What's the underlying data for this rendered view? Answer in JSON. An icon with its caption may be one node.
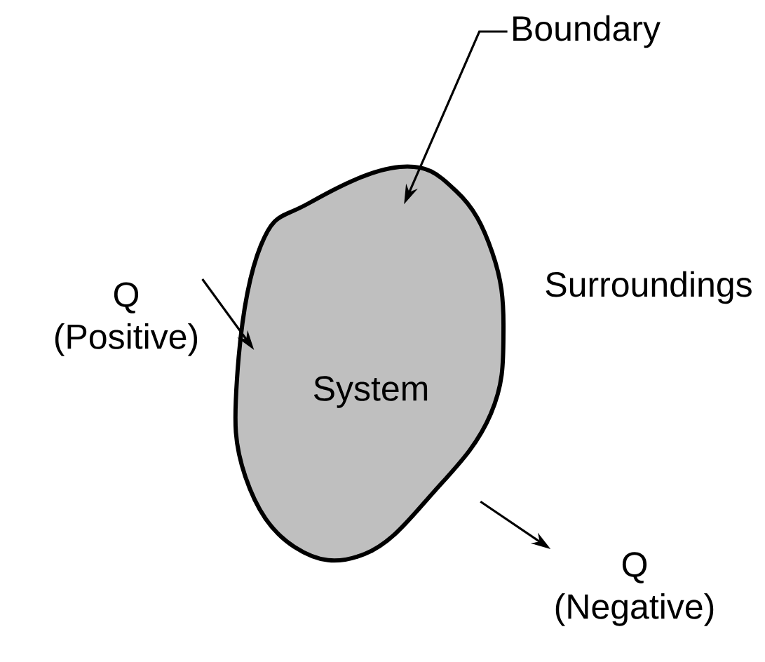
{
  "diagram": {
    "nodes": [
      {
        "text": [
          "System"
        ]
      },
      {
        "text": [
          "Q",
          "(Positive)"
        ]
      },
      {
        "text": [
          "Q",
          "(Negative)"
        ]
      },
      {
        "text": [
          "Boundary"
        ]
      }
    ],
    "edges": [
      {
        "from": 1,
        "to": 0,
        "arrow": "to"
      },
      {
        "from": 0,
        "to": 2,
        "arrow": "to"
      },
      {
        "from": 3,
        "to": 0,
        "arrow": "to"
      }
    ],
    "labels": [
      "Surroundings"
    ]
  }
}
